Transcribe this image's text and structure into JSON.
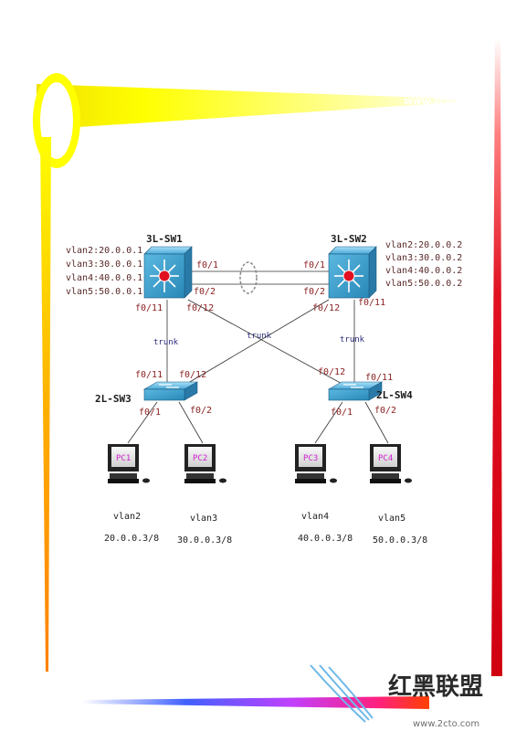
{
  "banner": {
    "watermark_text": "WWW.2CTO.COM"
  },
  "footer": {
    "watermark_cn": "红黑联盟",
    "watermark_url": "www.2cto.com"
  },
  "switches": {
    "sw1": {
      "name": "3L-SW1",
      "ips": [
        "vlan2:20.0.0.1",
        "vlan3:30.0.0.1",
        "vlan4:40.0.0.1",
        "vlan5:50.0.0.1"
      ]
    },
    "sw2": {
      "name": "3L-SW2",
      "ips": [
        "vlan2:20.0.0.2",
        "vlan3:30.0.0.2",
        "vlan4:40.0.0.2",
        "vlan5:50.0.0.2"
      ]
    },
    "sw3": {
      "name": "2L-SW3"
    },
    "sw4": {
      "name": "2L-SW4"
    }
  },
  "ports": {
    "sw1_f01": "f0/1",
    "sw1_f02": "f0/2",
    "sw1_f011": "f0/11",
    "sw1_f012": "f0/12",
    "sw2_f01": "f0/1",
    "sw2_f02": "f0/2",
    "sw2_f012": "f0/12",
    "sw2_f011": "f0/11",
    "sw3_f011": "f0/11",
    "sw3_f012": "f0/12",
    "sw3_f01": "f0/1",
    "sw3_f02": "f0/2",
    "sw4_f012": "f0/12",
    "sw4_f011": "f0/11",
    "sw4_f01": "f0/1",
    "sw4_f02": "f0/2"
  },
  "links": {
    "trunk_left": "trunk",
    "trunk_mid": "trunk",
    "trunk_right": "trunk"
  },
  "pcs": [
    {
      "name": "PC1",
      "vlan": "vlan2",
      "ip": "20.0.0.3/8"
    },
    {
      "name": "PC2",
      "vlan": "vlan3",
      "ip": "30.0.0.3/8"
    },
    {
      "name": "PC3",
      "vlan": "vlan4",
      "ip": "40.0.0.3/8"
    },
    {
      "name": "PC4",
      "vlan": "vlan5",
      "ip": "50.0.0.3/8"
    }
  ],
  "colors": {
    "switch_blue": "#3c9ac8",
    "router_red": "#e01020",
    "frame_red": "#e0101a",
    "banner_yellow": "#ffff00"
  }
}
